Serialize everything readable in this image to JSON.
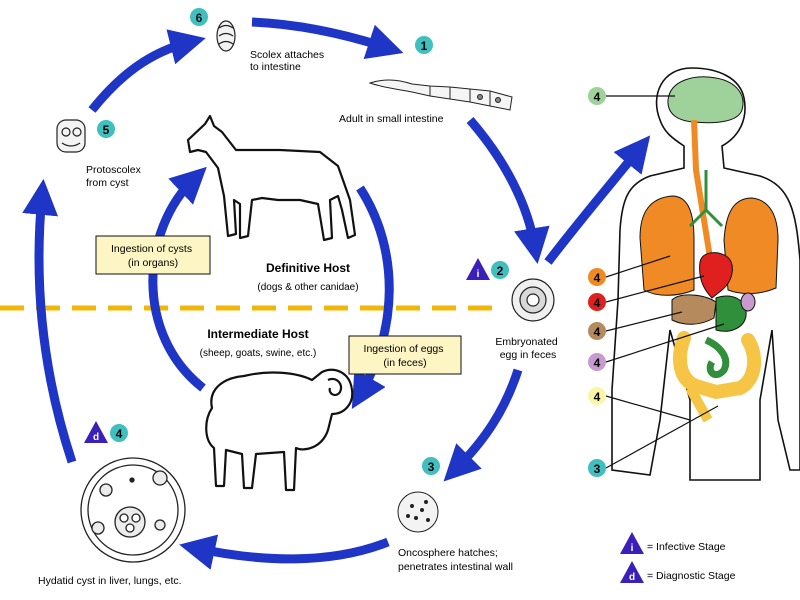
{
  "stages": {
    "s1": {
      "num": "1",
      "label": [
        "Adult in small intestine"
      ]
    },
    "s2": {
      "num": "2",
      "label": [
        "Embryonated",
        "egg in feces"
      ]
    },
    "s3": {
      "num": "3",
      "label": [
        "Oncosphere hatches;",
        "penetrates intestinal wall"
      ]
    },
    "s4": {
      "num": "4",
      "label": [
        "Hydatid cyst in liver, lungs, etc."
      ]
    },
    "s5": {
      "num": "5",
      "label": [
        "Protoscolex",
        "from cyst"
      ]
    },
    "s6": {
      "num": "6",
      "label": [
        "Scolex attaches",
        "to intestine"
      ]
    }
  },
  "hosts": {
    "definitive": {
      "title": "Definitive Host",
      "subtitle": "(dogs & other canidae)"
    },
    "intermediate": {
      "title": "Intermediate Host",
      "subtitle": "(sheep, goats, swine, etc.)"
    }
  },
  "boxes": {
    "cysts": [
      "Ingestion of cysts",
      "(in organs)"
    ],
    "eggs": [
      "Ingestion of eggs",
      "(in feces)"
    ]
  },
  "body_labels": {
    "brain": "4",
    "lungs": "4",
    "heart": "4",
    "liver": "4",
    "spleen": "4",
    "bone": "4",
    "intestine": "3"
  },
  "legend": {
    "infective_symbol": "i",
    "infective_label": "= Infective Stage",
    "diagnostic_symbol": "d",
    "diagnostic_label": "= Diagnostic Stage"
  },
  "colors": {
    "arrow": "#1e35c6",
    "badge": "#3fbfbf",
    "box_fill": "#fdf5c4",
    "dashed_line": "#f2b705",
    "triangle": "#3a1fb8",
    "brain": "#9fd19a",
    "lungs": "#f08a24",
    "heart": "#e01f1f",
    "liver": "#b58a5c",
    "spleen": "#c79ad0",
    "intestine": "#f7c545",
    "stomach": "#2f8f3a"
  }
}
